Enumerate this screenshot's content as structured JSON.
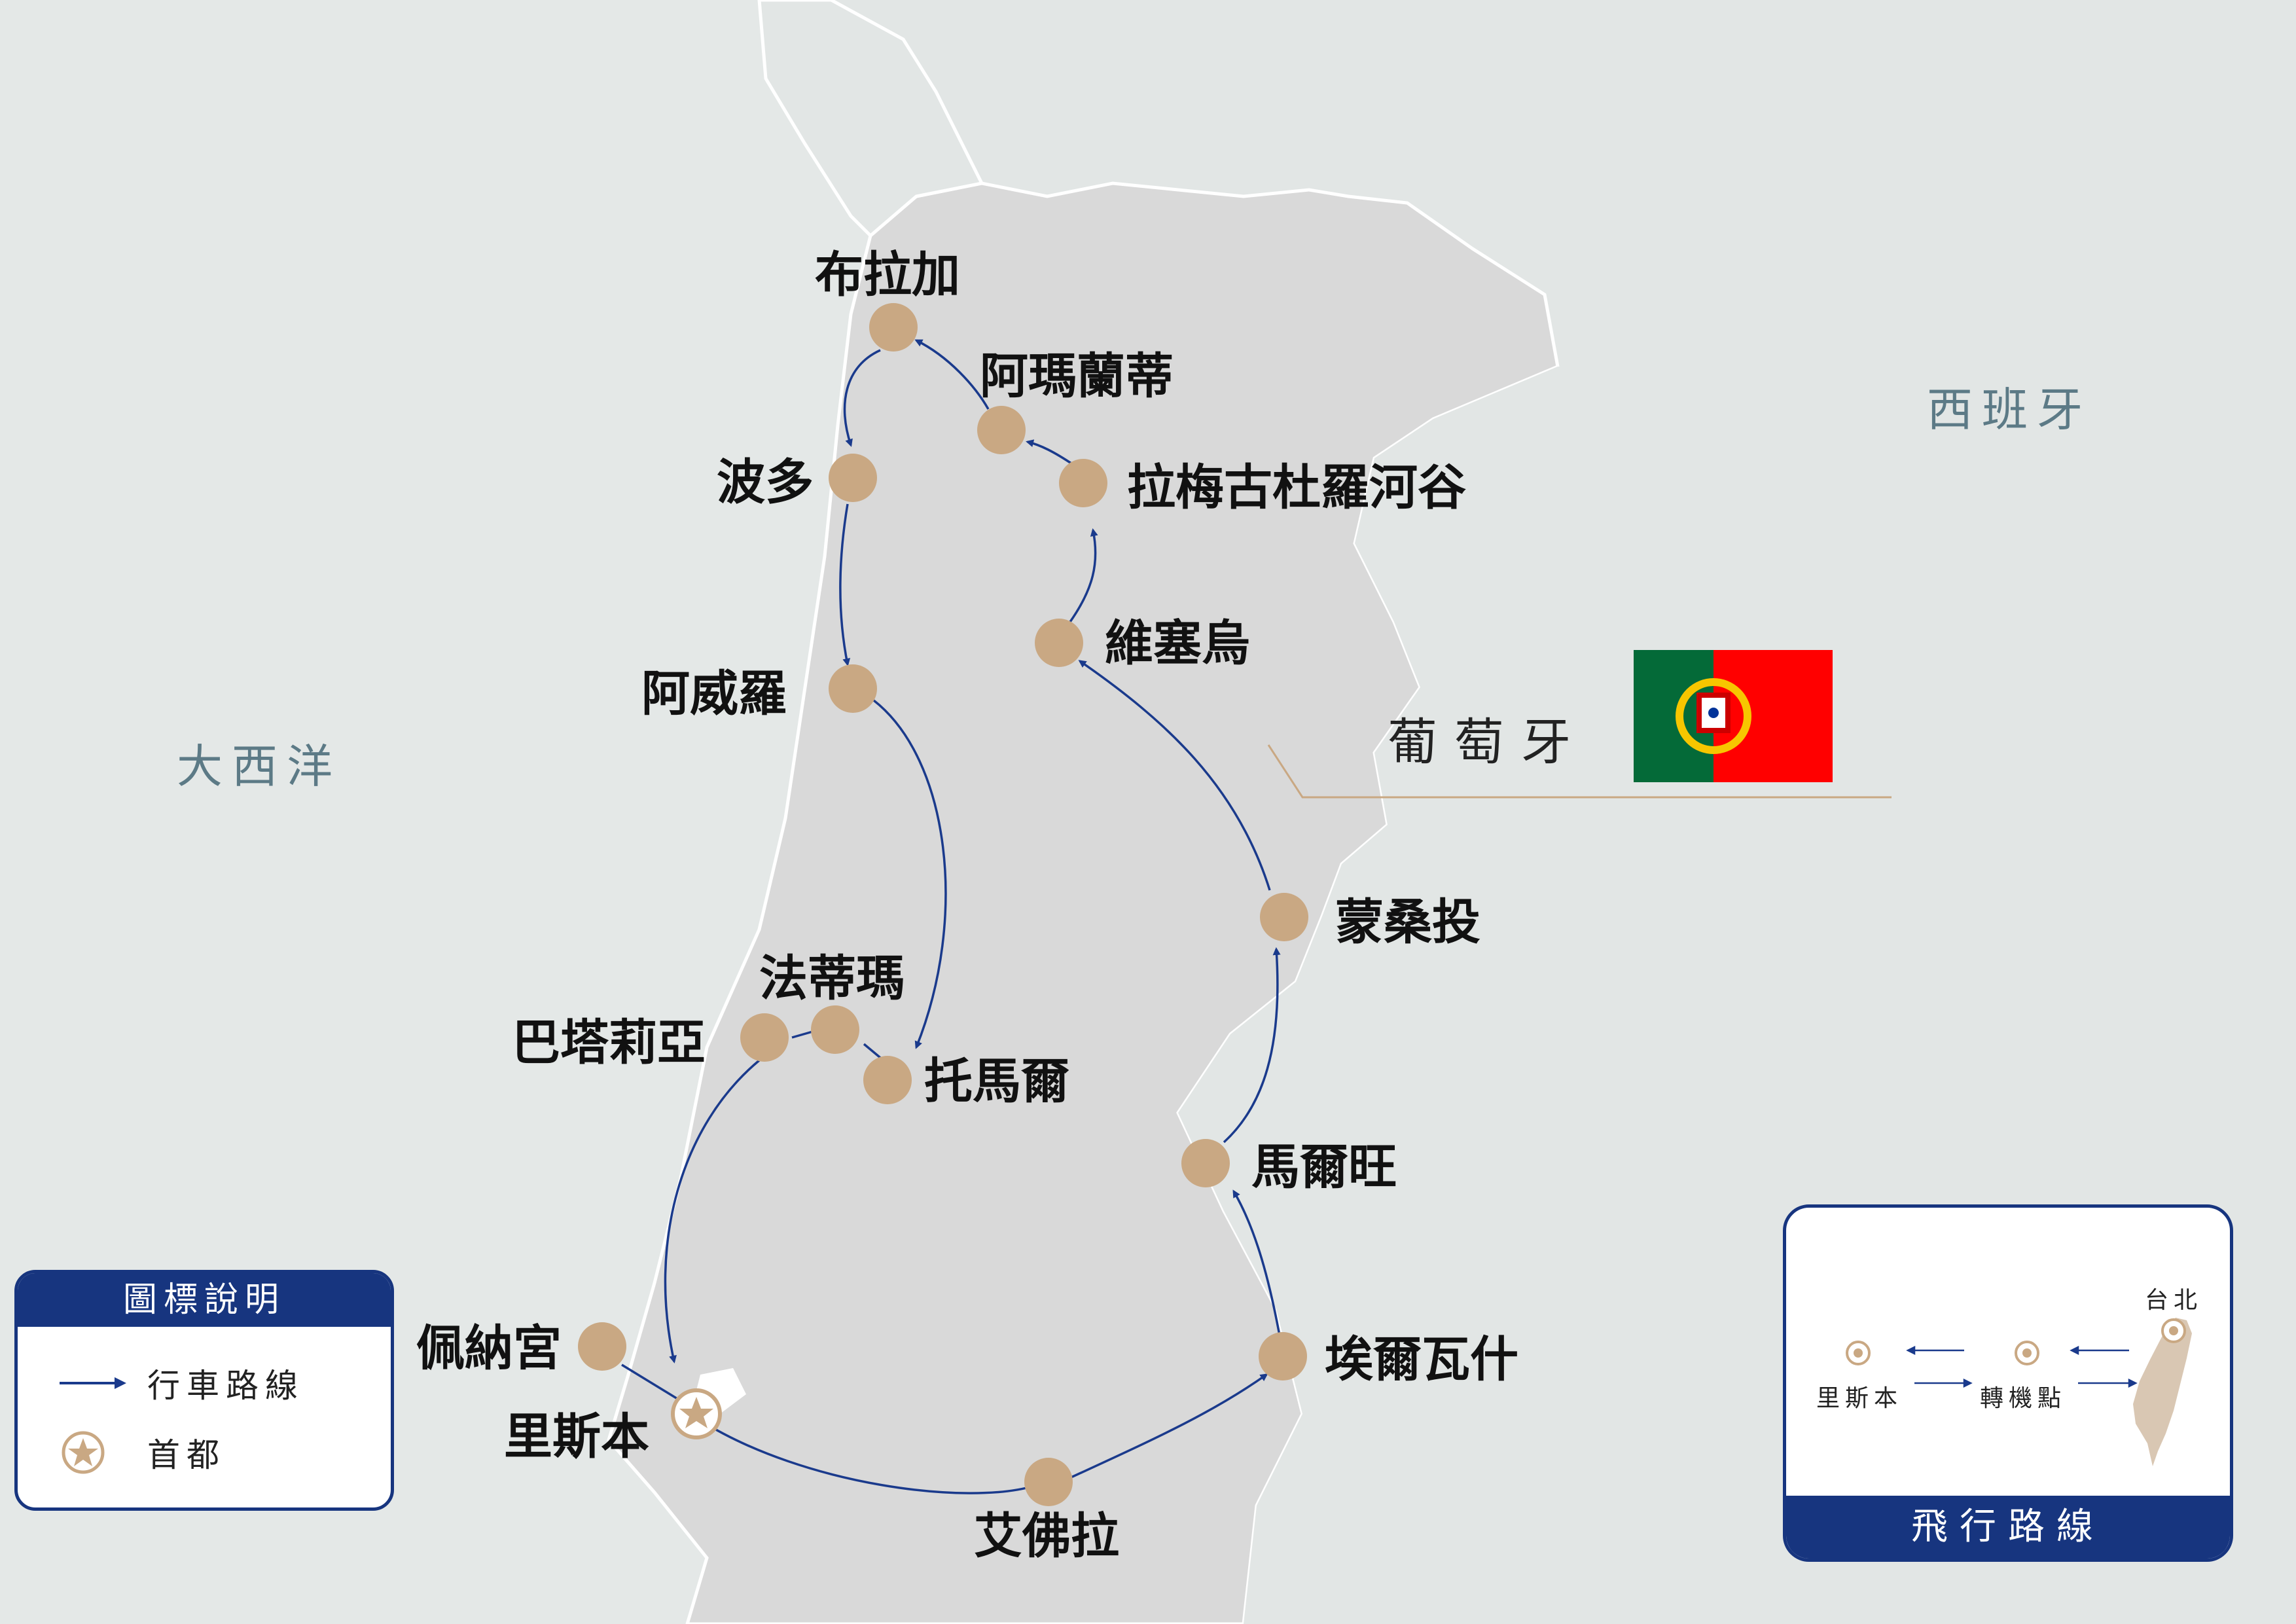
{
  "seas": {
    "atlantic": "大西洋",
    "spain": "西班牙"
  },
  "country": {
    "name": "葡萄牙",
    "flag_colors": {
      "green": "#046a38",
      "red": "#ff0000",
      "gold": "#f7c600"
    }
  },
  "cities": {
    "braga": "布拉加",
    "amarante": "阿瑪蘭蒂",
    "douro": "拉梅古杜羅河谷",
    "porto": "波多",
    "aveiro": "阿威羅",
    "viseu": "維塞烏",
    "fatima": "法蒂瑪",
    "batalha": "巴塔莉亞",
    "tomar": "托馬爾",
    "monsanto": "蒙桑投",
    "marvao": "馬爾旺",
    "pena": "佩納宮",
    "lisbon": "里斯本",
    "elvas": "埃爾瓦什",
    "evora": "艾佛拉"
  },
  "legend": {
    "title": "圖標說明",
    "route_label": "行車路線",
    "capital_label": "首都"
  },
  "flight": {
    "title": "飛行路線",
    "taipei": "台北",
    "lisbon": "里斯本",
    "transfer": "轉機點"
  },
  "colors": {
    "navy": "#17357f",
    "city_dot": "#c9a883",
    "land": "#dcdcdc",
    "sea": "#e4e8e7"
  }
}
